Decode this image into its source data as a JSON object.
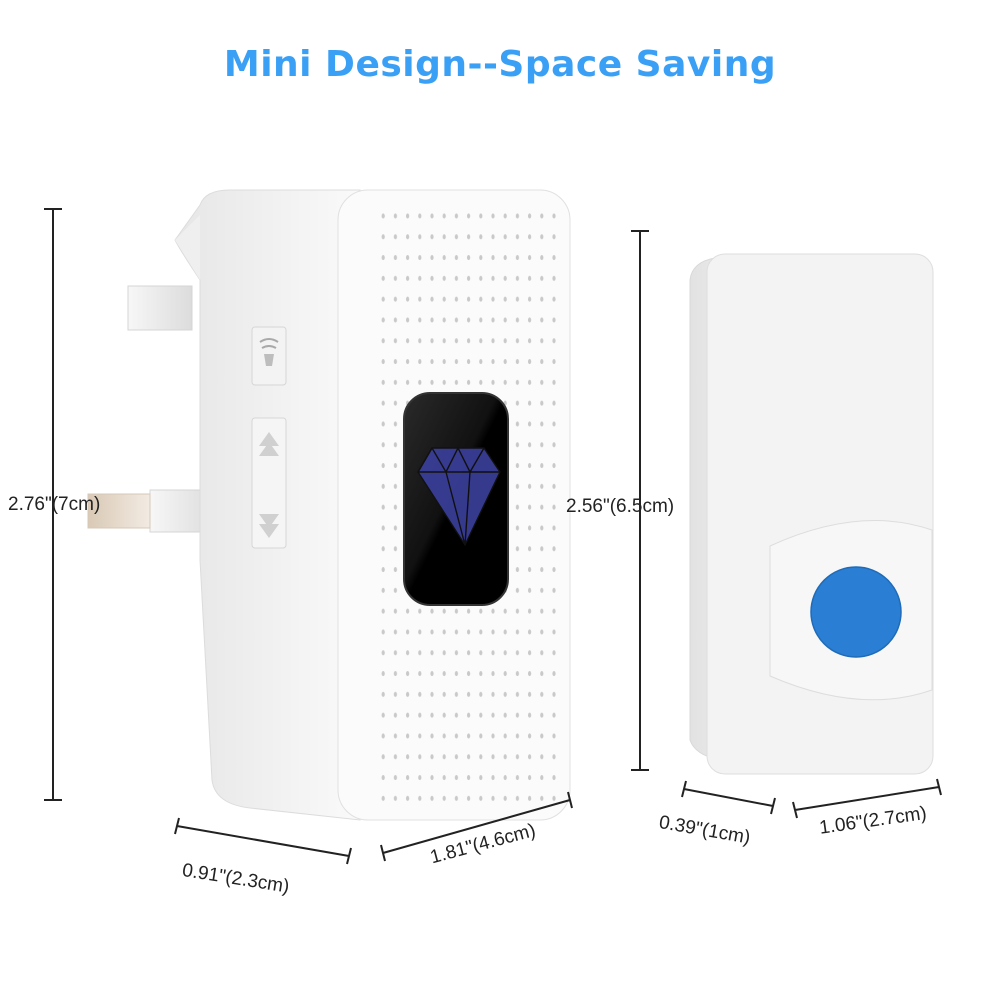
{
  "title": "Mini Design--Space Saving",
  "colors": {
    "title": "#3aa0f5",
    "button_blue": "#2a7fd4",
    "diamond": "#3a3f9a",
    "display": "#000000",
    "body_white": "#f4f4f4"
  },
  "receiver": {
    "height_label": "2.76\"(7cm)",
    "depth_label": "0.91\"(2.3cm)",
    "width_label": "1.81\"(4.6cm)",
    "display_icon": "diamond-icon",
    "side_controls": [
      "volume-icon",
      "up-arrow-icon",
      "down-arrow-icon"
    ]
  },
  "push_button": {
    "height_label": "2.56\"(6.5cm)",
    "depth_label": "0.39\"(1cm)",
    "width_label": "1.06\"(2.7cm)"
  }
}
